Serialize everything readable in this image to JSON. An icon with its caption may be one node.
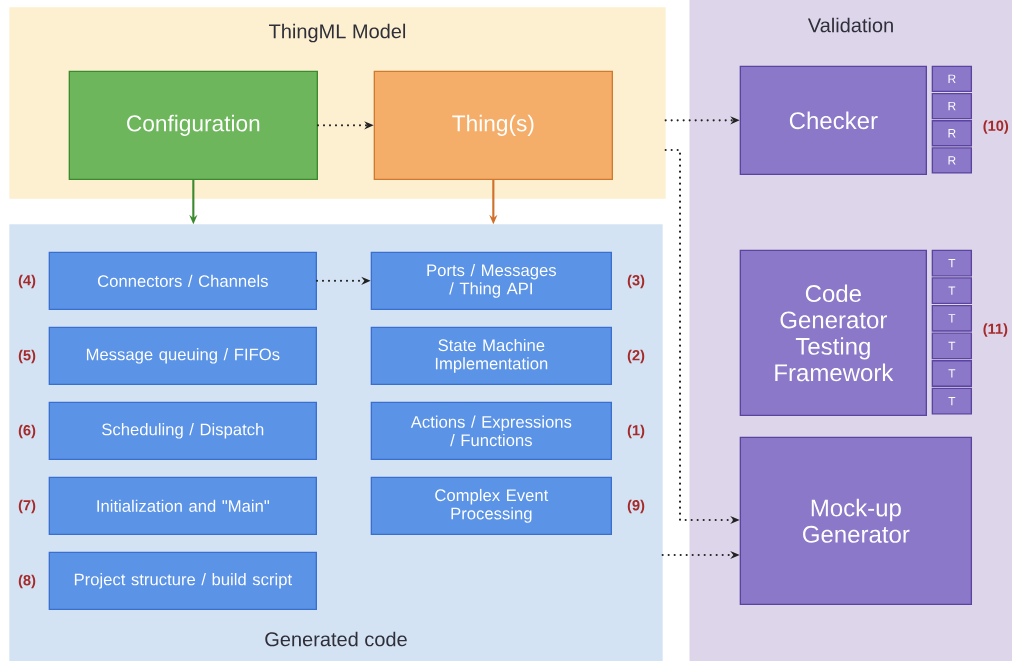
{
  "diagram": {
    "nodes": [
      {
        "text": [
          "ThingML Model"
        ]
      },
      {
        "text": [
          "Configuration"
        ],
        "in": 0
      },
      {
        "text": [
          "Thing(s)"
        ],
        "in": 0
      },
      {
        "text": [
          "Generated code"
        ]
      },
      {
        "text": [
          "Connectors / Channels"
        ],
        "in": 3,
        "beside": [
          "(4)"
        ]
      },
      {
        "text": [
          "Ports / Messages / Thing API"
        ],
        "in": 3,
        "beside": [
          "(3)"
        ]
      },
      {
        "text": [
          "Message queuing / FIFOs"
        ],
        "in": 3,
        "beside": [
          "(5)"
        ]
      },
      {
        "text": [
          "State Machine Implementation"
        ],
        "in": 3,
        "beside": [
          "(2)"
        ]
      },
      {
        "text": [
          "Scheduling / Dispatch"
        ],
        "in": 3,
        "beside": [
          "(6)"
        ]
      },
      {
        "text": [
          "Actions / Expressions / Functions"
        ],
        "in": 3,
        "beside": [
          "(1)"
        ]
      },
      {
        "text": [
          "Initialization and \"Main\""
        ],
        "in": 3,
        "beside": [
          "(7)"
        ]
      },
      {
        "text": [
          "Complex Event Processing"
        ],
        "in": 3,
        "beside": [
          "(9)"
        ]
      },
      {
        "text": [
          "Project structure / build script"
        ],
        "in": 3,
        "beside": [
          "(8)"
        ]
      },
      {
        "text": [
          "Validation"
        ]
      },
      {
        "text": [
          "Checker"
        ],
        "in": 13
      },
      {
        "text": [
          "R"
        ],
        "in": 13
      },
      {
        "text": [
          "R"
        ],
        "in": 13
      },
      {
        "text": [
          "R"
        ],
        "in": 13
      },
      {
        "text": [
          "R"
        ],
        "in": 13
      },
      {
        "text": [
          "Code Generator Testing Framework"
        ],
        "in": 13
      },
      {
        "text": [
          "T"
        ],
        "in": 13
      },
      {
        "text": [
          "T"
        ],
        "in": 13
      },
      {
        "text": [
          "T"
        ],
        "in": 13
      },
      {
        "text": [
          "T"
        ],
        "in": 13
      },
      {
        "text": [
          "T"
        ],
        "in": 13
      },
      {
        "text": [
          "T"
        ],
        "in": 13
      },
      {
        "text": [
          "Mock-up Generator"
        ],
        "in": 13
      }
    ],
    "edges": [
      {
        "from": 1,
        "to": 2,
        "arrow": "to",
        "style": "dashed"
      },
      {
        "from": 1,
        "to": 3,
        "arrow": "to",
        "color": "#3c8a30"
      },
      {
        "from": 2,
        "to": 3,
        "arrow": "to",
        "color": "#d0702a"
      },
      {
        "from": 4,
        "to": 5,
        "arrow": "to",
        "style": "dashed"
      },
      {
        "from": 0,
        "to": 14,
        "arrow": "to",
        "style": "dashed"
      },
      {
        "from": 0,
        "to": 26,
        "arrow": "to",
        "style": "dashed"
      },
      {
        "from": 3,
        "to": 26,
        "arrow": "to",
        "style": "dashed"
      }
    ],
    "labels": [
      "(10)",
      "(11)"
    ]
  }
}
